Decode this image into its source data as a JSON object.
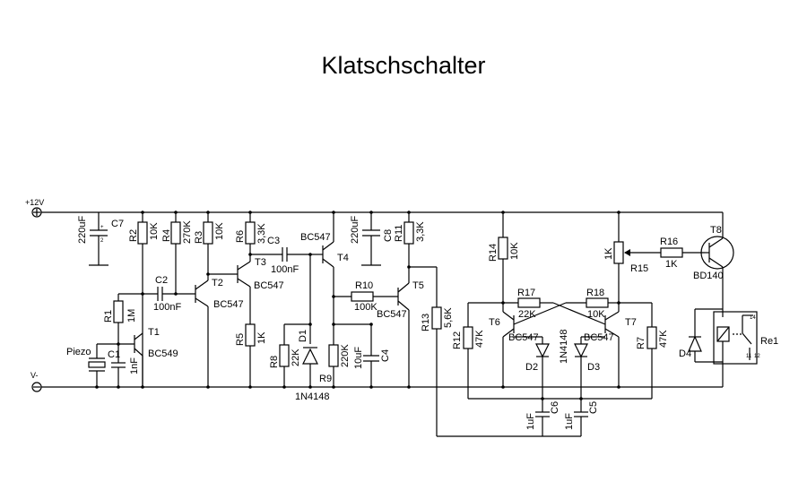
{
  "title": "Klatschschalter",
  "rails": {
    "plus": "+12V",
    "minus": "V-"
  },
  "components": {
    "C7": {
      "ref": "C7",
      "value": "220uF"
    },
    "R2": {
      "ref": "R2",
      "value": "10K"
    },
    "R4": {
      "ref": "R4",
      "value": "270K"
    },
    "R3": {
      "ref": "R3",
      "value": "10K"
    },
    "R6": {
      "ref": "R6",
      "value": "3,3K"
    },
    "C3": {
      "ref": "C3",
      "value": "100nF"
    },
    "T4": {
      "ref": "T4",
      "value": "BC547"
    },
    "C8": {
      "ref": "C8",
      "value": "220uF"
    },
    "R11": {
      "ref": "R11",
      "value": "3,3K"
    },
    "R14": {
      "ref": "R14",
      "value": "10K"
    },
    "R15": {
      "ref": "R15",
      "value": "1K"
    },
    "R16": {
      "ref": "R16",
      "value": "1K"
    },
    "T8": {
      "ref": "T8",
      "value": "BD140"
    },
    "C2": {
      "ref": "C2",
      "value": "100nF"
    },
    "T3": {
      "ref": "T3",
      "value": "BC547"
    },
    "T2": {
      "ref": "T2",
      "value": "BC547"
    },
    "R1": {
      "ref": "R1",
      "value": "1M"
    },
    "T1": {
      "ref": "T1",
      "value": "BC549"
    },
    "C1": {
      "ref": "C1",
      "value": "1nF"
    },
    "piezo": {
      "ref": "Piezo"
    },
    "R5": {
      "ref": "R5",
      "value": "1K"
    },
    "R8": {
      "ref": "R8",
      "value": "22K"
    },
    "D1": {
      "ref": "D1",
      "value": "1N4148"
    },
    "R9": {
      "ref": "R9",
      "value": "220K"
    },
    "C4": {
      "ref": "C4",
      "value": "10uF"
    },
    "R10": {
      "ref": "R10",
      "value": "100K"
    },
    "T5": {
      "ref": "T5",
      "value": "BC547"
    },
    "R13": {
      "ref": "R13",
      "value": "5,6K"
    },
    "R12": {
      "ref": "R12",
      "value": "47K"
    },
    "R17": {
      "ref": "R17",
      "value": "22K"
    },
    "R18": {
      "ref": "R18",
      "value": "10K"
    },
    "T6": {
      "ref": "T6",
      "value": "BC547"
    },
    "T7": {
      "ref": "T7",
      "value": "BC547"
    },
    "D2": {
      "ref": "D2"
    },
    "D3": {
      "ref": "D3"
    },
    "D23": {
      "value": "1N4148"
    },
    "R7": {
      "ref": "R7",
      "value": "47K"
    },
    "D4": {
      "ref": "D4"
    },
    "Re1": {
      "ref": "Re1"
    },
    "C6": {
      "ref": "C6",
      "value": "1uF"
    },
    "C5": {
      "ref": "C5",
      "value": "1uF"
    }
  },
  "pins": {
    "one": "1",
    "two": "2",
    "plus": "+",
    "relay_a": "11",
    "relay_b": "12",
    "relay_c": "14"
  }
}
